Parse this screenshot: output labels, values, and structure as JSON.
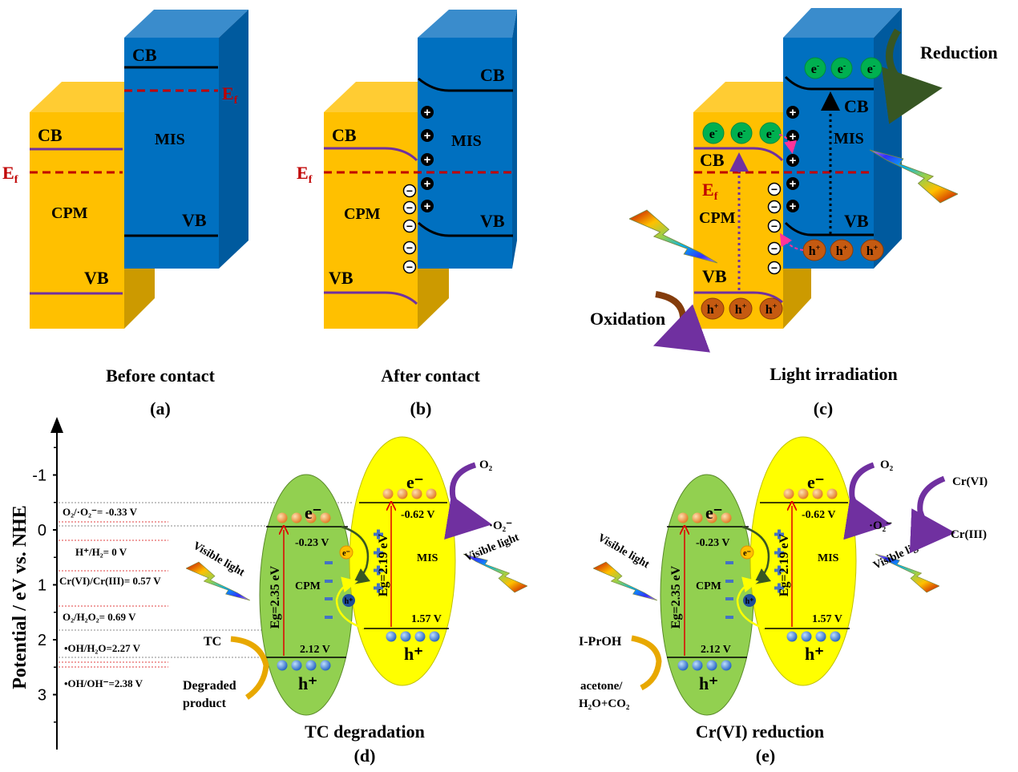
{
  "panels": {
    "a": {
      "caption": "Before contact",
      "tag": "(a)",
      "cb": "CB",
      "vb": "VB",
      "ef": "E",
      "ef_sub": "f",
      "left_material": "CPM",
      "right_material": "MIS"
    },
    "b": {
      "caption": "After contact",
      "tag": "(b)",
      "cb": "CB",
      "vb": "VB",
      "ef": "E",
      "ef_sub": "f",
      "left_material": "CPM",
      "right_material": "MIS",
      "plus": "+",
      "minus": "−"
    },
    "c": {
      "caption": "Light irradiation",
      "tag": "(c)",
      "cb": "CB",
      "vb": "VB",
      "ef": "E",
      "ef_sub": "f",
      "left_material": "CPM",
      "right_material": "MIS",
      "electron": "e",
      "electron_sup": "-",
      "hole": "h",
      "hole_sup": "+",
      "reduction": "Reduction",
      "oxidation": "Oxidation"
    },
    "d": {
      "caption": "TC degradation",
      "tag": "(d)",
      "y_axis_label": "Potential / eV vs. NHE",
      "y_ticks": [
        "-1",
        "0",
        "1",
        "2",
        "3"
      ],
      "redox": [
        {
          "text": "O₂/·O₂⁻= -0.33 V"
        },
        {
          "text": "H⁺/H₂= 0 V"
        },
        {
          "text": "Cr(VI)/Cr(III)= 0.57 V"
        },
        {
          "text": "O₂/H₂O₂= 0.69 V"
        },
        {
          "text": "•OH/H₂O=2.27 V"
        },
        {
          "text": "•OH/OH⁻=2.38 V"
        }
      ],
      "cpm": {
        "name": "CPM",
        "eg": "Eg=2.35 eV",
        "cb": "-0.23 V",
        "vb": "2.12 V"
      },
      "mis": {
        "name": "MIS",
        "eg": "Eg=2.19 eV",
        "cb": "-0.62 V",
        "vb": "1.57 V"
      },
      "e_label": "e⁻",
      "h_label": "h⁺",
      "small_e": "e⁻",
      "small_h": "h⁺",
      "visible_light": "Visible light",
      "o2": "O₂",
      "o2_radical": "·O₂⁻",
      "reactant": "TC",
      "product_line1": "Degraded",
      "product_line2": "product"
    },
    "e": {
      "caption": "Cr(VI) reduction",
      "tag": "(e)",
      "cpm": {
        "name": "CPM",
        "eg": "Eg=2.35 eV",
        "cb": "-0.23 V",
        "vb": "2.12 V"
      },
      "mis": {
        "name": "MIS",
        "eg": "Eg=2.19 eV",
        "cb": "-0.62 V",
        "vb": "1.57 V"
      },
      "e_label": "e⁻",
      "h_label": "h⁺",
      "small_e": "e⁻",
      "small_h": "h⁺",
      "visible_light_left": "Visible light",
      "visible_light_right": "Visible light",
      "o2": "O₂",
      "o2_radical": "·O₂⁻",
      "cr6": "Cr(VI)",
      "cr3": "Cr(III)",
      "reactant": "I-PrOH",
      "product_line1": "acetone/",
      "product_line2": "H₂O+CO₂"
    }
  },
  "colors": {
    "cpm_block": "#ffc000",
    "mis_block": "#0070c0",
    "fermi": "#c00000",
    "cpm_ellipse": "#92d050",
    "mis_ellipse": "#ffff00",
    "band_line_cpm": "#7030a0",
    "electron_green": "#00b050",
    "hole_brown": "#c55a11"
  }
}
